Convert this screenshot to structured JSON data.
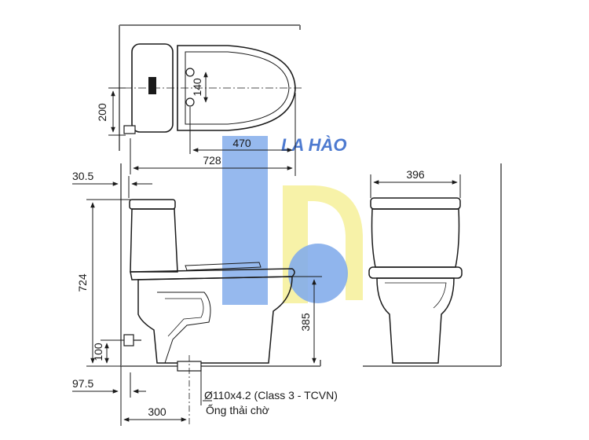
{
  "brand": {
    "text": "LA HÀO",
    "color": "#2f63c8",
    "logo_blue": "#6f9fe8",
    "logo_yellow": "#f6f09a"
  },
  "dimensions": {
    "top_depth": "200",
    "seat_holes": "140",
    "bowl_length": "470",
    "total_length": "728",
    "wall_gap": "30.5",
    "height": "724",
    "seat_height": "385",
    "inlet_height": "100",
    "offset": "97.5",
    "outlet_distance": "300",
    "width": "396"
  },
  "notes": {
    "pipe": "Ø110x4.2 (Class 3 - TCVN)",
    "pipe_label": "Ống thải chờ"
  },
  "colors": {
    "line": "#1a1a1a",
    "wall": "#888888",
    "tank_fill": "#ffffff"
  }
}
